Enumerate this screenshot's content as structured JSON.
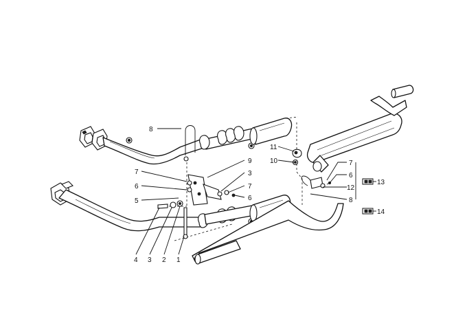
{
  "diagram": {
    "callouts": [
      "1",
      "2",
      "3",
      "4",
      "5",
      "6",
      "7",
      "8",
      "9",
      "10",
      "11",
      "12",
      "13",
      "14"
    ],
    "left_assembly": {
      "label_8": "8",
      "label_7": "7",
      "label_6": "6",
      "label_5": "5",
      "label_9": "9",
      "label_3": "3",
      "label_7b": "7",
      "label_6b": "6",
      "bottom_4": "4",
      "bottom_3": "3",
      "bottom_2": "2",
      "bottom_1": "1"
    },
    "right_assembly": {
      "label_11": "11",
      "label_10": "10",
      "label_7": "7",
      "label_6": "6",
      "label_12": "12",
      "label_8": "8",
      "label_13": "13",
      "label_14": "14"
    }
  }
}
